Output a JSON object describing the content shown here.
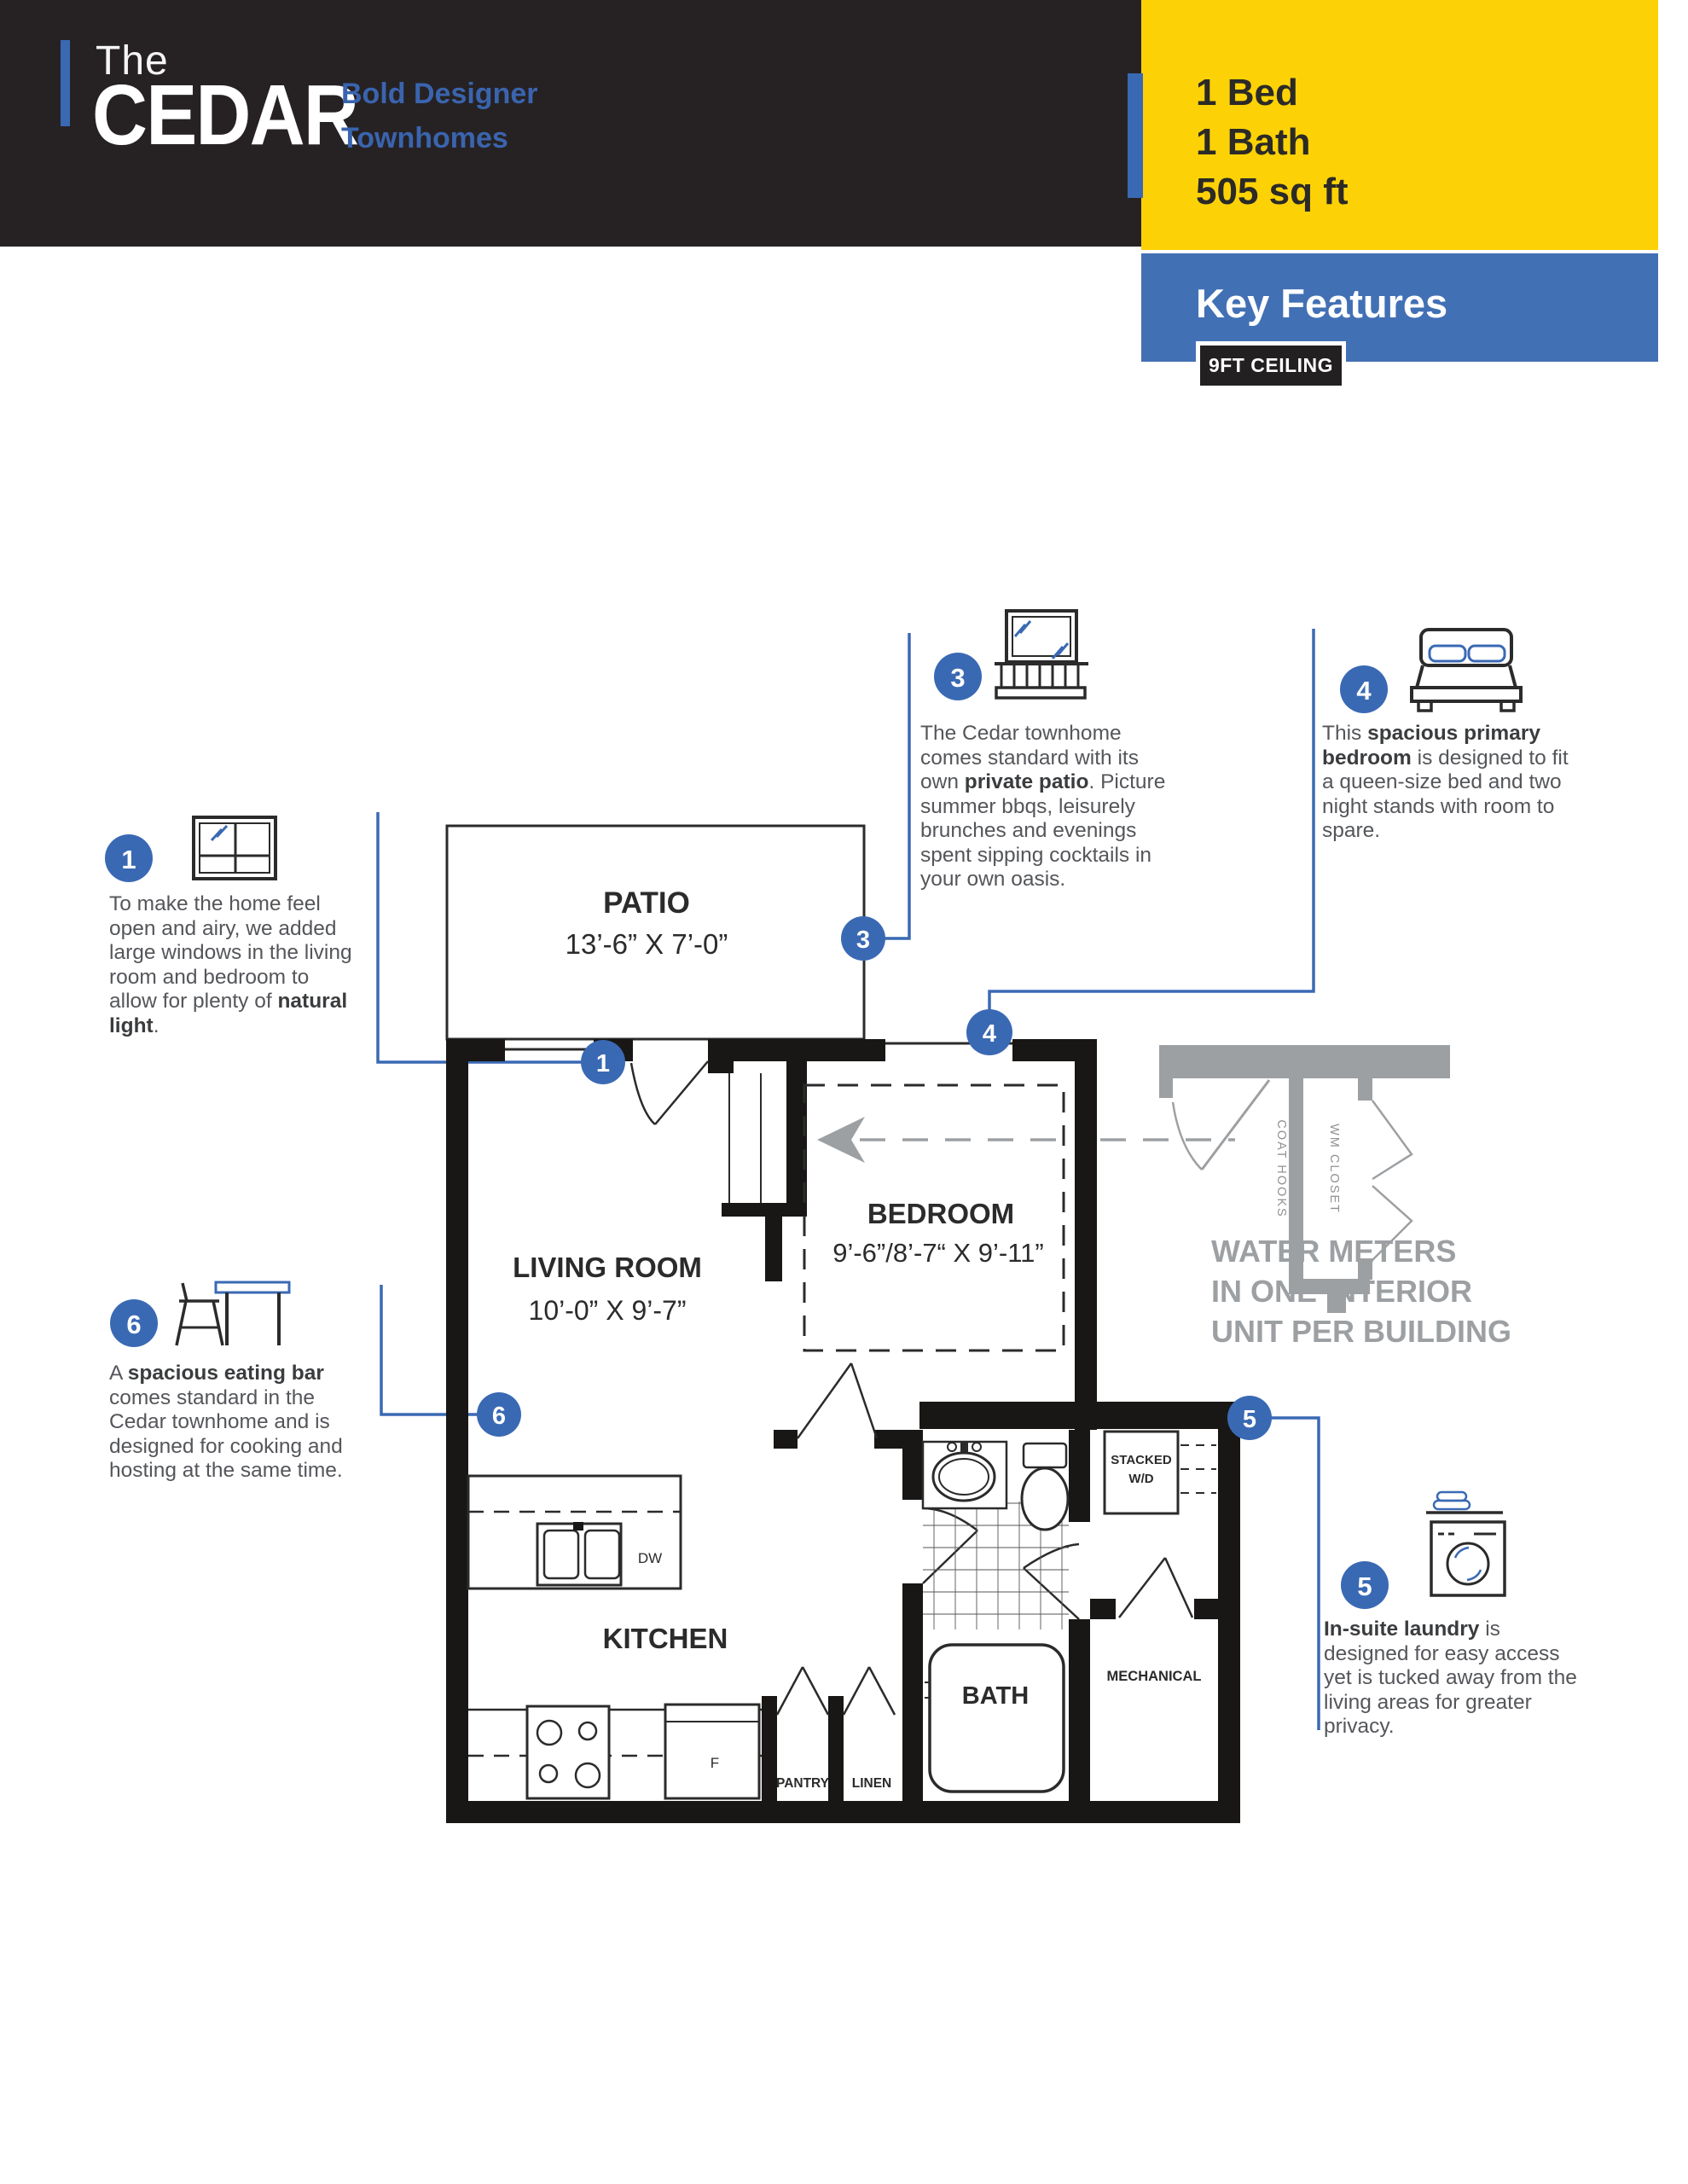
{
  "header": {
    "prefix": "The",
    "name": "CEDAR",
    "tagline1": "Bold Designer",
    "tagline2": "Townhomes",
    "spec_bed": "1 Bed",
    "spec_bath": "1 Bath",
    "spec_area": "505 sq ft",
    "key_features_title": "Key Features",
    "ceiling_badge": "9FT CEILING"
  },
  "colors": {
    "dark": "#262224",
    "yellow": "#fcd206",
    "blue": "#3a69b4",
    "plan_gray": "#9da0a3",
    "wall": "#191715"
  },
  "plan": {
    "patio_name": "PATIO",
    "patio_dims": "13’-6” X 7’-0”",
    "living_name": "LIVING ROOM",
    "living_dims": "10’-0” X 9’-7”",
    "bedroom_name": "BEDROOM",
    "bedroom_dims": "9’-6”/8’-7“ X 9’-11”",
    "kitchen_name": "KITCHEN",
    "bath_name": "BATH",
    "mechanical_name": "MECHANICAL",
    "pantry_name": "PANTRY",
    "linen_name": "LINEN",
    "wd_line1": "STACKED",
    "wd_line2": "W/D",
    "dw": "DW",
    "fridge": "F",
    "coat_hooks": "COAT HOOKS",
    "wm_closet": "WM CLOSET",
    "water_note_1": "WATER METERS",
    "water_note_2": "IN ONE INTERIOR",
    "water_note_3": "UNIT PER BUILDING"
  },
  "callouts": {
    "c1": {
      "num": "1",
      "pre": "To make the home feel open and airy, we added large windows in the living room and bedroom to allow for plenty of ",
      "bold": "natural light",
      "post": "."
    },
    "c3": {
      "num": "3",
      "pre": "The Cedar townhome comes standard with its own ",
      "bold": "private patio",
      "post": ". Picture summer bbqs, leisurely brunches and evenings spent sipping cocktails in your own oasis."
    },
    "c4": {
      "num": "4",
      "pre": "This ",
      "bold": "spacious primary bedroom",
      "post": " is designed to fit a queen-size bed and two night stands with room to spare."
    },
    "c5": {
      "num": "5",
      "pre": "",
      "bold": "In-suite laundry",
      "post": " is designed for easy access yet is tucked away from the living areas for greater privacy."
    },
    "c6": {
      "num": "6",
      "pre": "A ",
      "bold": "spacious eating bar",
      "post": " comes standard in the Cedar townhome and is designed for cooking and hosting at the same time."
    }
  }
}
